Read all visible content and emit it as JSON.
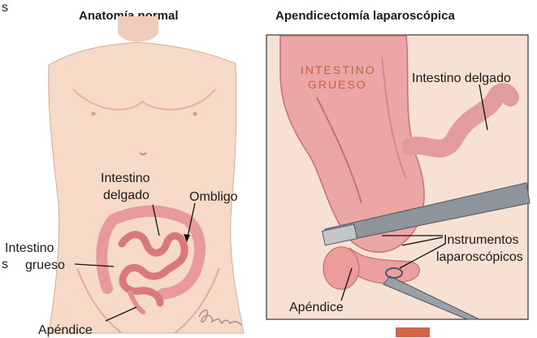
{
  "stray_left_top": "s",
  "stray_left_mid": "s",
  "left_panel": {
    "title": "Anatomía normal",
    "labels": {
      "small_intestine_line1": "Intestino",
      "small_intestine_line2": "delgado",
      "navel": "Ombligo",
      "large_intestine_line1": "Intestino",
      "large_intestine_line2": "grueso",
      "appendix": "Apéndice"
    },
    "signature": "Burke"
  },
  "right_panel": {
    "title": "Apendicectomía laparoscópica",
    "labels": {
      "large_intestine_line1": "INTESTINO",
      "large_intestine_line2": "GRUESO",
      "small_intestine": "Intestino delgado",
      "instruments_line1": "Instrumentos",
      "instruments_line2": "laparoscópicos",
      "appendix": "Apéndice"
    }
  },
  "colors": {
    "skin": "#f6d9c7",
    "skin_shadow": "#e8b9a3",
    "intestine": "#e89a9a",
    "intestine_dark": "#c96f72",
    "panel_bg": "#f5d8ca",
    "large_intestine_text": "#c4623c",
    "instrument": "#8a9097"
  }
}
